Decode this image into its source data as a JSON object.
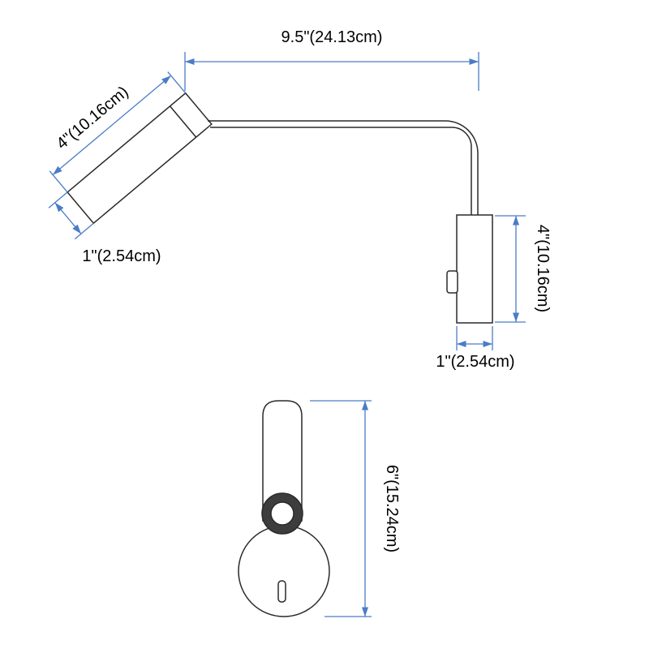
{
  "colors": {
    "dimension_line": "#4a7cc7",
    "fixture_outline": "#2a2a2a",
    "background": "#ffffff",
    "label_text": "#000000"
  },
  "side_view": {
    "overall_width_label": "9.5\"(24.13cm)",
    "head_length_label": "4\"(10.16cm)",
    "head_diameter_label": "1\"(2.54cm)",
    "mount_height_label": "4\"(10.16cm)",
    "mount_width_label": "1\"(2.54cm)"
  },
  "front_view": {
    "overall_height_label": "6\"(15.24cm)"
  }
}
